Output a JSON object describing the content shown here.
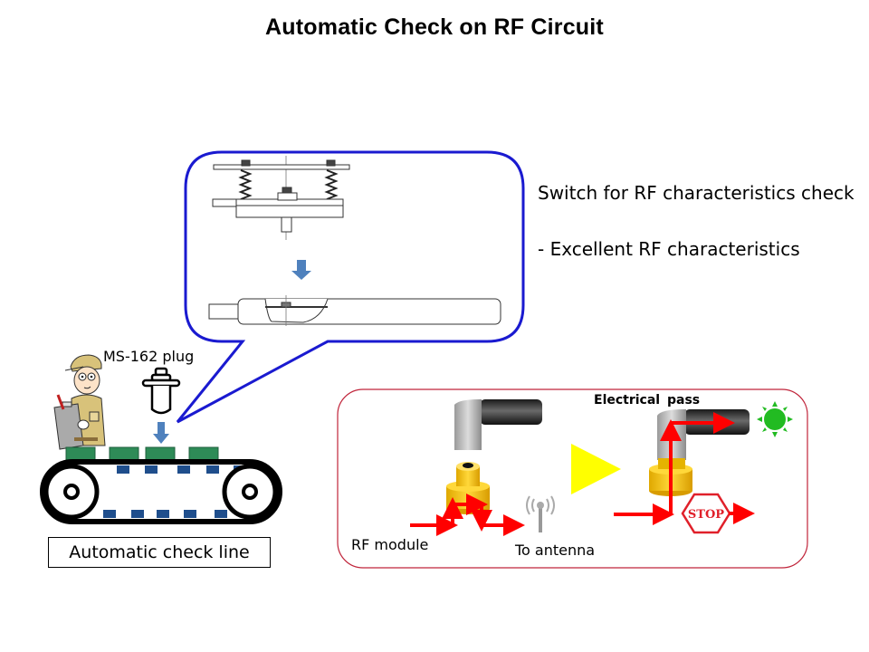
{
  "slide": {
    "title": "Automatic Check on RF Circuit"
  },
  "description": {
    "heading": "Switch for RF characteristics check",
    "bullet": "- Excellent RF characteristics"
  },
  "line_diagram": {
    "plug_label": "MS-162 plug",
    "line_label": "Automatic check line"
  },
  "rf_diagram": {
    "rf_module_label": "RF module",
    "antenna_label": "To antenna",
    "pass_label": "Electrical  pass",
    "stop_label": "STOP"
  },
  "colors": {
    "callout_border": "#1a1ad0",
    "rf_box_border": "#c0243a",
    "signal_arrow": "#ff0000",
    "board_green": "#2e8b57",
    "chip_blue": "#1f4e8c",
    "flow_triangle": "#ffff00",
    "pass_lamp": "#22bb22",
    "connector_gold": "#f5c400"
  }
}
